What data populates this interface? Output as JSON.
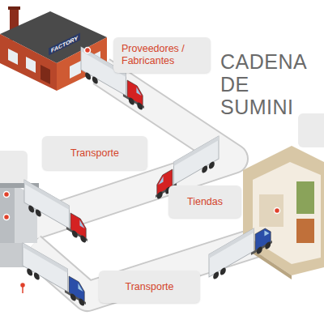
{
  "diagram": {
    "title": "CADENA DE SUMINI",
    "nodes": [
      {
        "text": [
          "Proveedores / Fabricantes"
        ]
      },
      {
        "text": [
          "Transporte"
        ]
      },
      {
        "text": [
          "Tiendas"
        ]
      },
      {
        "text": [
          "Transporte"
        ]
      }
    ],
    "labels": [
      "FACTORY"
    ]
  }
}
